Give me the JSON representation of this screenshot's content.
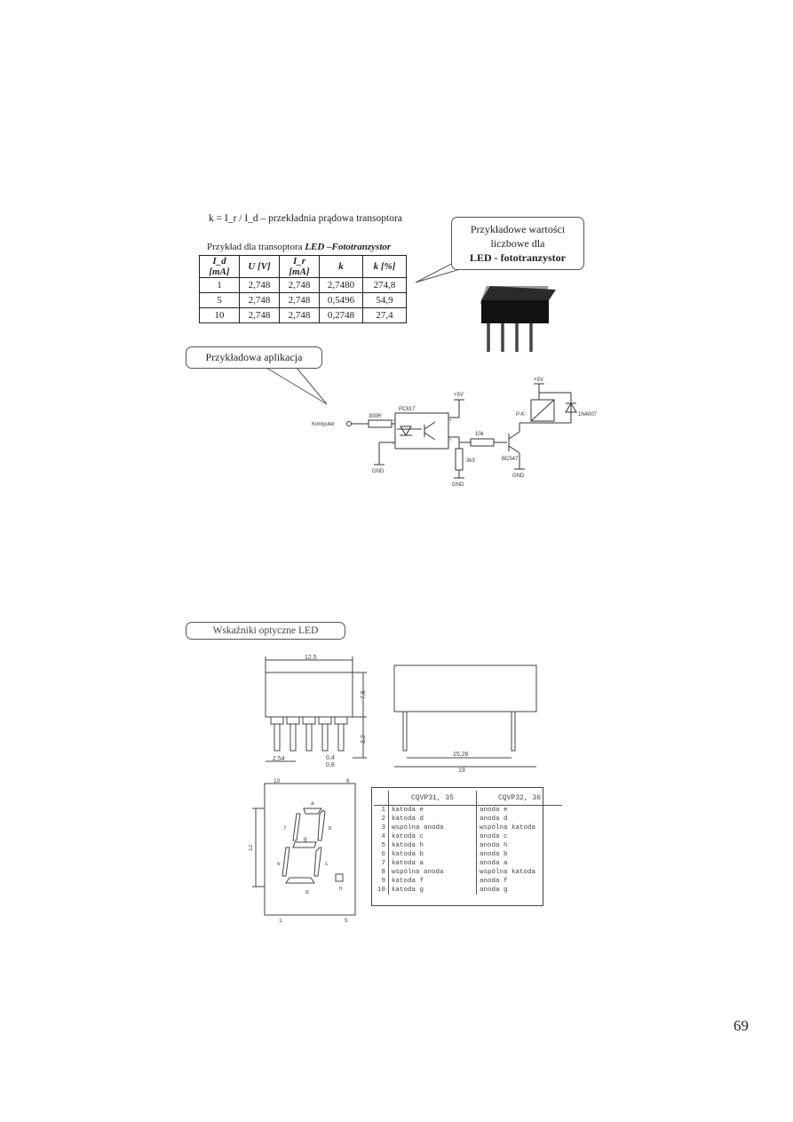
{
  "formula": "k = I_r / I_d – przekładnia prądowa transoptora",
  "table_caption": "Przykład dla transoptora",
  "table_caption_bold": "LED –Fototranzystor",
  "table": {
    "headers": [
      "I_d [mA]",
      "U [V]",
      "I_r [mA]",
      "k",
      "k [%]"
    ],
    "rows": [
      [
        "1",
        "2,748",
        "2,748",
        "2,7480",
        "274,8"
      ],
      [
        "5",
        "2,748",
        "2,748",
        "0,5496",
        "54,9"
      ],
      [
        "10",
        "2,748",
        "2,748",
        "0,2748",
        "27,4"
      ]
    ]
  },
  "callout_values": {
    "line1": "Przykładowe wartości",
    "line2": "liczbowe dla",
    "line3": "LED - fototranzystor"
  },
  "callout_application": "Przykładowa aplikacja",
  "circuit": {
    "input": "Komputer",
    "resistor_in": "300R",
    "optocoupler": "PC817",
    "supply1": "+5V",
    "supply2": "+5V",
    "resistor_base": "10k",
    "resistor_pull": "3k3",
    "transistor": "BC547",
    "relay": "P-K",
    "diode": "1N4007",
    "gnd": "GND",
    "pins": [
      "1",
      "2",
      "3",
      "4"
    ]
  },
  "callout_led": "Wskaźniki optyczne LED",
  "dims": {
    "width": "12,5",
    "height": "7,5",
    "leg": "3,2",
    "pitch": "2,54",
    "d1": "0,4",
    "d2": "0,8",
    "d3": "15,26",
    "d4": "19",
    "digit_h": "12"
  },
  "display": {
    "pin_top_left": "10",
    "pin_top_right": "6",
    "pin_bottom_left": "1",
    "pin_bottom_right": "5",
    "segments": [
      "a",
      "b",
      "c",
      "d",
      "e",
      "f",
      "g",
      "h"
    ]
  },
  "pin_table": {
    "col1": "CQVP31, 35",
    "col2": "CQVP32, 36",
    "rows": [
      [
        "1",
        "katoda   e",
        "anoda   e"
      ],
      [
        "2",
        "katoda   d",
        "anoda   d"
      ],
      [
        "3",
        "wspólna anoda",
        "wspólna katoda"
      ],
      [
        "4",
        "katoda   c",
        "anoda   c"
      ],
      [
        "5",
        "katoda   h",
        "anoda   h"
      ],
      [
        "6",
        "katoda   b",
        "anoda   b"
      ],
      [
        "7",
        "katoda   a",
        "anoda   a"
      ],
      [
        "8",
        "wspólna anoda",
        "wspólna katoda"
      ],
      [
        "9",
        "katoda   f",
        "anoda   f"
      ],
      [
        "10",
        "katoda   g",
        "anoda   g"
      ]
    ]
  },
  "page_number": "69"
}
